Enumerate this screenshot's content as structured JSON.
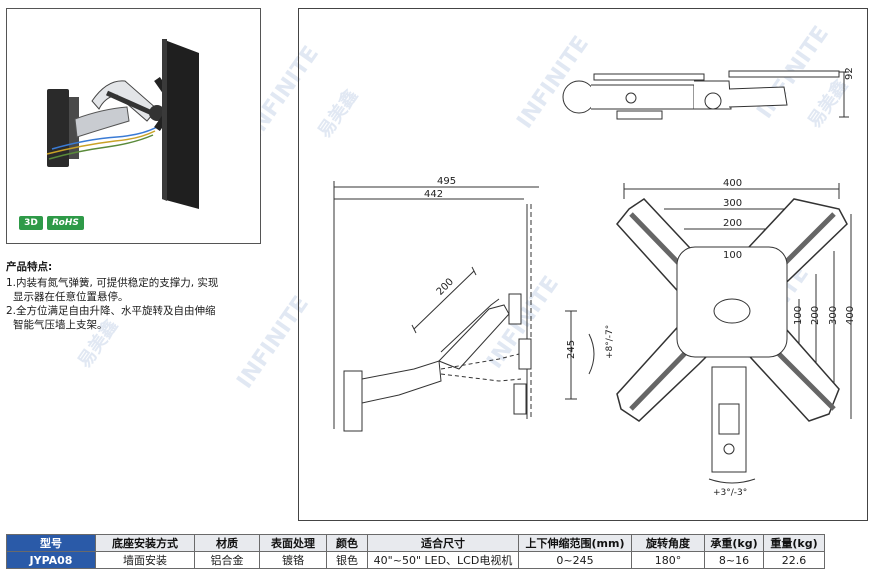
{
  "badges": {
    "b3d": "3D",
    "rohs": "RoHS"
  },
  "features": {
    "title": "产品特点:",
    "l1": "1.内装有氮气弹簧, 可提供稳定的支撑力, 实现",
    "l1b": "显示器在任意位置悬停。",
    "l2": "2.全方位满足自由升降、水平旋转及自由伸缩",
    "l2b": "智能气压墙上支架。"
  },
  "drawing": {
    "top_height": "92",
    "side_total": "495",
    "side_arm": "442",
    "side_arm_len": "200",
    "side_lift": "245",
    "side_tilt": "+8°/-7°",
    "front_w400": "400",
    "front_w300": "300",
    "front_w200": "200",
    "front_w100": "100",
    "front_h100": "100",
    "front_h200": "200",
    "front_h300": "300",
    "front_h400": "400",
    "front_rot": "+3°/-3°"
  },
  "watermark": {
    "brand": "INFINITE",
    "cn": "易美鑫"
  },
  "table": {
    "headers": [
      "型号",
      "底座安装方式",
      "材质",
      "表面处理",
      "颜色",
      "适合尺寸",
      "上下伸缩范围(mm)",
      "旋转角度",
      "承重(kg)",
      "重量(kg)"
    ],
    "row": [
      "JYPA08",
      "墙面安装",
      "铝合金",
      "镀铬",
      "银色",
      "40\"~50\" LED、LCD电视机",
      "0~245",
      "180°",
      "8~16",
      "22.6"
    ]
  },
  "colors": {
    "header_blue": "#2a5aa8",
    "badge_green": "#2e9a48",
    "header_grey": "#e8eaee"
  }
}
